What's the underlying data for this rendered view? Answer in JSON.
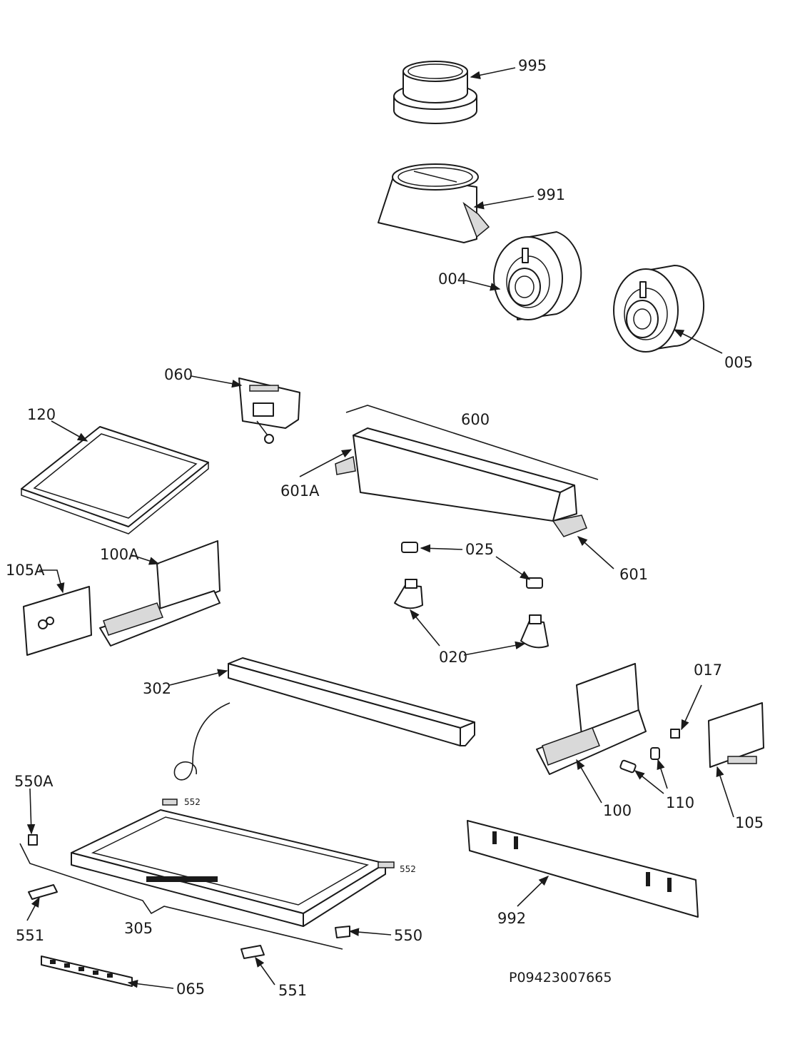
{
  "diagram": {
    "document_id": "P09423007665",
    "labels": {
      "p995": "995",
      "p991": "991",
      "p004": "004",
      "p005": "005",
      "p060": "060",
      "p120": "120",
      "p600": "600",
      "p601A": "601A",
      "p601": "601",
      "p025": "025",
      "p020": "020",
      "p100A": "100A",
      "p105A": "105A",
      "p302": "302",
      "p017": "017",
      "p100": "100",
      "p110": "110",
      "p105": "105",
      "p550A": "550A",
      "p552a": "552",
      "p552b": "552",
      "p551a": "551",
      "p305": "305",
      "p550": "550",
      "p551b": "551",
      "p065": "065",
      "p992": "992"
    }
  }
}
